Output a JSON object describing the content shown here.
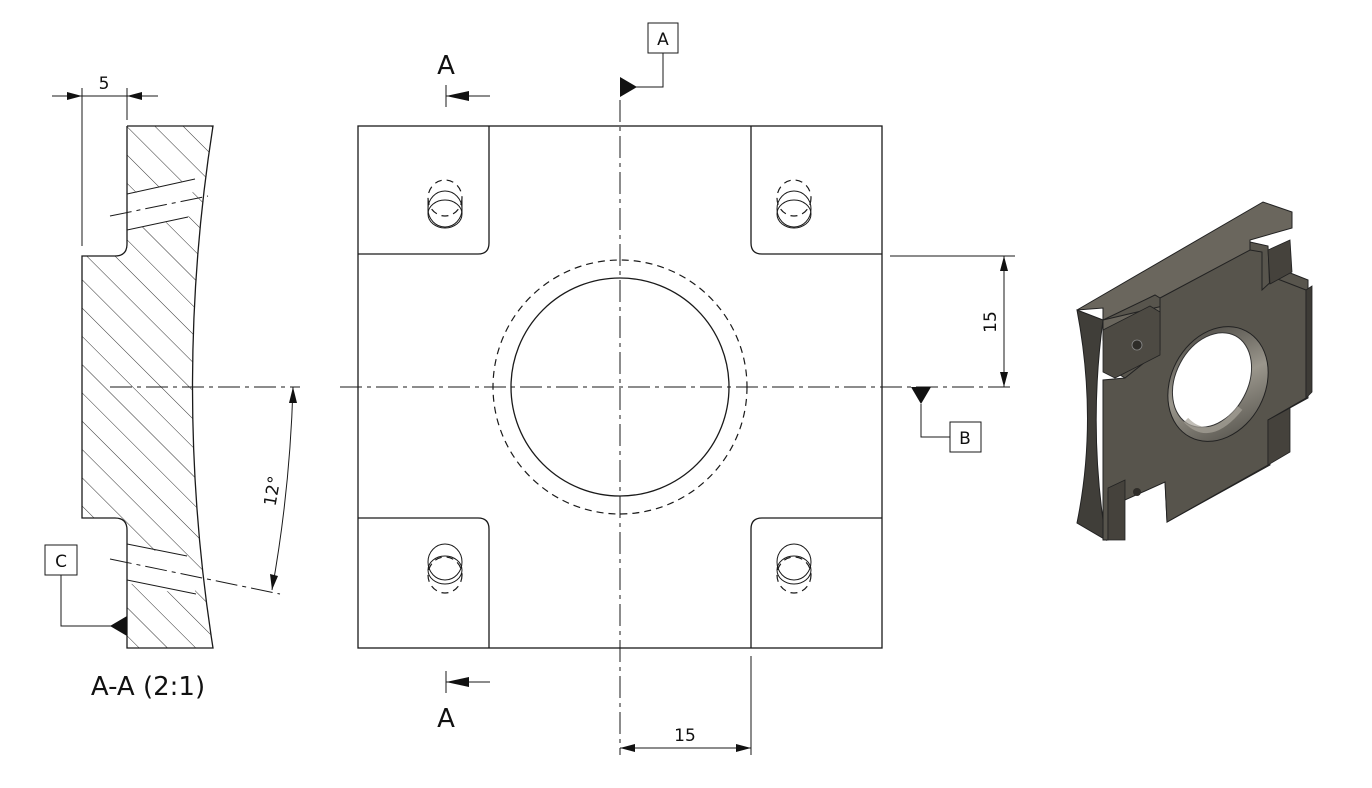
{
  "drawing": {
    "section_view": {
      "title": "A-A (2:1)",
      "dim_width": "5",
      "angle": "12°",
      "datum": "C"
    },
    "front_view": {
      "section_label_top": "A",
      "section_label_bottom": "A",
      "datum_top": "A",
      "datum_right": "B",
      "dim_vertical": "15",
      "dim_horizontal": "15"
    },
    "iso_view": {
      "description": "shaded isometric view of bracket plate",
      "color_face": "#5a574f",
      "color_top": "#6a665d",
      "color_side": "#403e39"
    }
  }
}
